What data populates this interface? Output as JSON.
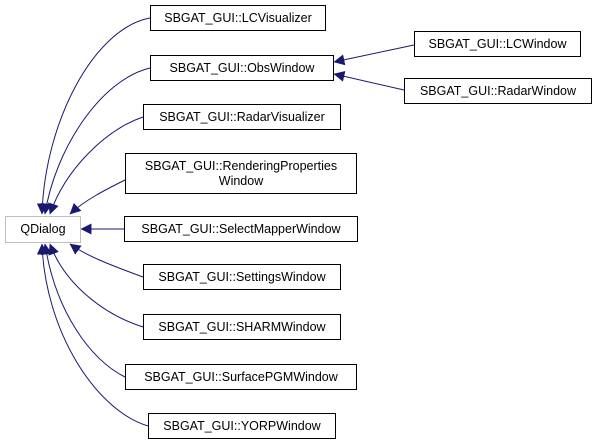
{
  "diagram": {
    "base": {
      "label": "QDialog",
      "border_color": "#bfbfbf"
    },
    "nodes": [
      {
        "id": "lcvis",
        "label": "SBGAT_GUI::LCVisualizer"
      },
      {
        "id": "obs",
        "label": "SBGAT_GUI::ObsWindow"
      },
      {
        "id": "radarvis",
        "label": "SBGAT_GUI::RadarVisualizer"
      },
      {
        "id": "render",
        "label": "SBGAT_GUI::RenderingProperties\nWindow"
      },
      {
        "id": "selmap",
        "label": "SBGAT_GUI::SelectMapperWindow"
      },
      {
        "id": "settings",
        "label": "SBGAT_GUI::SettingsWindow"
      },
      {
        "id": "sharm",
        "label": "SBGAT_GUI::SHARMWindow"
      },
      {
        "id": "spgm",
        "label": "SBGAT_GUI::SurfacePGMWindow"
      },
      {
        "id": "yorp",
        "label": "SBGAT_GUI::YORPWindow"
      },
      {
        "id": "lcwin",
        "label": "SBGAT_GUI::LCWindow"
      },
      {
        "id": "radarwin",
        "label": "SBGAT_GUI::RadarWindow"
      }
    ],
    "edges": [
      {
        "from": "lcvis",
        "to": "base"
      },
      {
        "from": "obs",
        "to": "base"
      },
      {
        "from": "radarvis",
        "to": "base"
      },
      {
        "from": "render",
        "to": "base"
      },
      {
        "from": "selmap",
        "to": "base"
      },
      {
        "from": "settings",
        "to": "base"
      },
      {
        "from": "sharm",
        "to": "base"
      },
      {
        "from": "spgm",
        "to": "base"
      },
      {
        "from": "yorp",
        "to": "base"
      },
      {
        "from": "lcwin",
        "to": "obs"
      },
      {
        "from": "radarwin",
        "to": "obs"
      }
    ],
    "edge_color": "#191970"
  }
}
